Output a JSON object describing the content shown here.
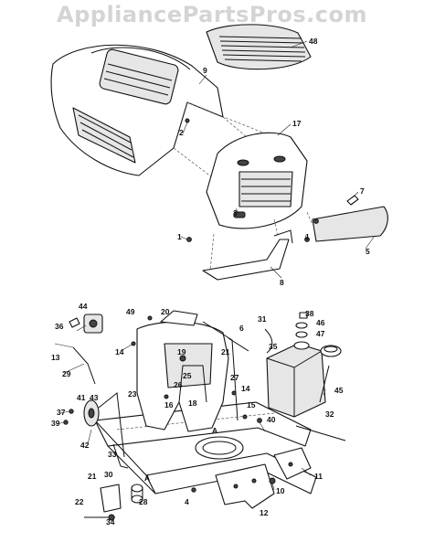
{
  "watermark": "AppliancePartsPros.com",
  "callouts": [
    "48",
    "9",
    "17",
    "2",
    "7",
    "3",
    "1",
    "1",
    "5",
    "8",
    "44",
    "49",
    "20",
    "6",
    "31",
    "38",
    "46",
    "47",
    "36",
    "14",
    "19",
    "21",
    "35",
    "13",
    "25",
    "29",
    "26",
    "27",
    "14",
    "23",
    "16",
    "18",
    "41",
    "43",
    "15",
    "45",
    "37",
    "39",
    "A",
    "40",
    "32",
    "42",
    "33",
    "11",
    "21",
    "30",
    "A",
    "28",
    "10",
    "22",
    "34",
    "4",
    "12"
  ]
}
